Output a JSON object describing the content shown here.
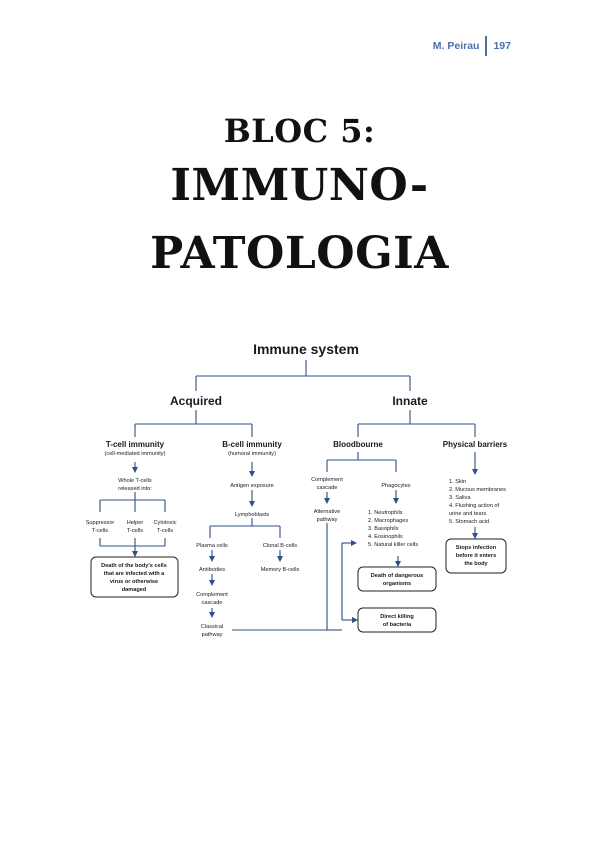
{
  "header": {
    "author": "M. Peirau",
    "page_number": "197"
  },
  "title": {
    "line1": "BLOC 5:",
    "line2": "IMMUNO-",
    "line3": "PATOLOGIA"
  },
  "diagram": {
    "root": "Immune system",
    "acquired": "Acquired",
    "innate": "Innate",
    "tcell": {
      "title": "T-cell immunity",
      "subtitle": "(cell-mediated immunity)"
    },
    "bcell": {
      "title": "B-cell immunity",
      "subtitle": "(humoral immunity)"
    },
    "bloodbourne": "Bloodbourne",
    "physical": "Physical barriers",
    "whole_t": [
      "Whole T-cells",
      "released into:"
    ],
    "suppressor": [
      "Suppressor",
      "T-cells"
    ],
    "helper": [
      "Helper",
      "T-cells"
    ],
    "cytotoxic": [
      "Cytotoxic",
      "T-cells"
    ],
    "death_box": [
      "Death of the body's cells",
      "that are infected with a",
      "virus or otherwise",
      "damaged"
    ],
    "antigen": "Antigen exposure",
    "lymphoblasts": "Lymphoblasts",
    "plasma": "Plasma cells",
    "clonal": "Clonal B-cells",
    "antibodies": "Antibodies",
    "memory": "Memory B-cells",
    "complement_b": [
      "Complement",
      "cascade"
    ],
    "classical": [
      "Classical",
      "pathway"
    ],
    "complement_i": [
      "Complement",
      "cascade"
    ],
    "alternative": [
      "Alternative",
      "pathway"
    ],
    "phagocytes": "Phagocytes",
    "phagocyte_list": [
      "1. Neutrophils",
      "2. Macrophages",
      "3. Basophils",
      "4. Eosinophils",
      "5. Natural killer cells"
    ],
    "death_dangerous": [
      "Death of dangerous",
      "organisms"
    ],
    "direct_killing": [
      "Direct killing",
      "of bacteria"
    ],
    "barrier_list": [
      "1. Skin",
      "2. Mucous membranes",
      "3. Saliva",
      "4. Flushing action of",
      "    urine and tears",
      "5. Stomach acid"
    ],
    "stops_box": [
      "Stops infection",
      "before it enters",
      "the body"
    ]
  }
}
